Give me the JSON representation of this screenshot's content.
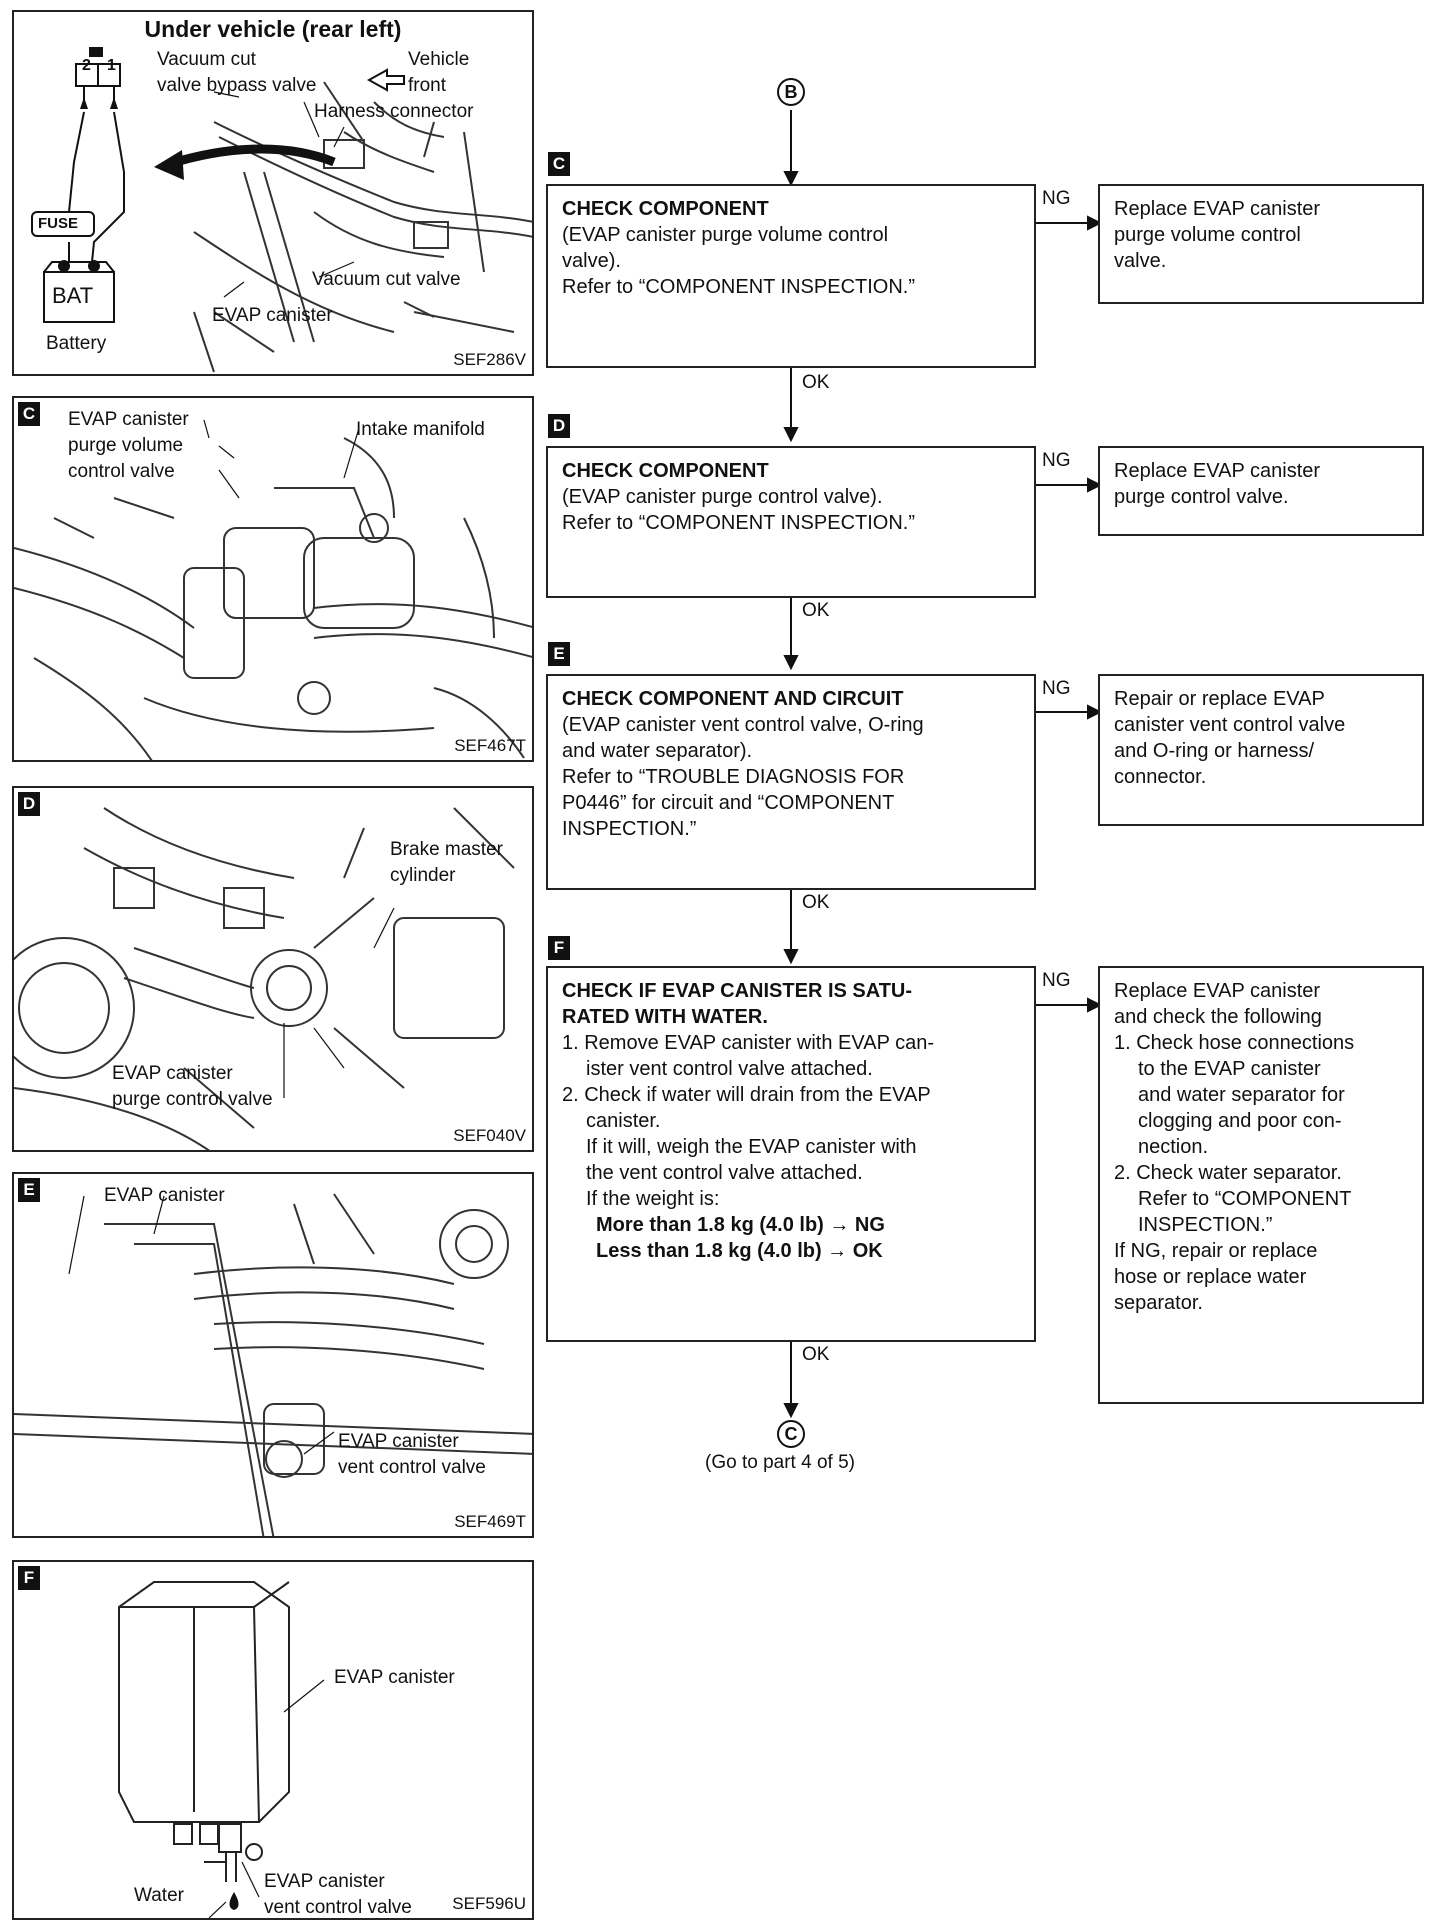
{
  "panels": {
    "top": {
      "title": "Under vehicle (rear left)",
      "labels": [
        "Vacuum cut",
        "valve bypass valve",
        "Vehicle",
        "front",
        "Harness connector",
        "Vacuum cut valve",
        "EVAP canister",
        "Battery",
        "FUSE",
        "BAT",
        "2",
        "1"
      ],
      "code": "SEF286V"
    },
    "c": {
      "tag": "C",
      "labels": [
        "EVAP canister",
        "purge volume",
        "control valve",
        "Intake manifold"
      ],
      "code": "SEF467T"
    },
    "d": {
      "tag": "D",
      "labels": [
        "Brake master",
        "cylinder",
        "EVAP canister",
        "purge control valve"
      ],
      "code": "SEF040V"
    },
    "e": {
      "tag": "E",
      "labels": [
        "EVAP canister",
        "EVAP canister",
        "vent control valve"
      ],
      "code": "SEF469T"
    },
    "f": {
      "tag": "F",
      "labels": [
        "EVAP canister",
        "EVAP canister",
        "vent control valve",
        "Water"
      ],
      "code": "SEF596U"
    }
  },
  "flow": {
    "start_connector": "B",
    "end_connector": "C",
    "end_note": "(Go to part 4 of 5)",
    "ok_label": "OK",
    "ng_label": "NG",
    "steps": [
      {
        "tag": "C",
        "heading": "CHECK COMPONENT",
        "lines": [
          "(EVAP canister purge volume control",
          "valve).",
          "Refer to “COMPONENT INSPECTION.”"
        ],
        "ng_action": [
          "Replace EVAP canister",
          "purge volume control",
          "valve."
        ]
      },
      {
        "tag": "D",
        "heading": "CHECK COMPONENT",
        "lines": [
          "(EVAP canister purge control valve).",
          "Refer to “COMPONENT INSPECTION.”"
        ],
        "ng_action": [
          "Replace EVAP canister",
          "purge control valve."
        ]
      },
      {
        "tag": "E",
        "heading": "CHECK COMPONENT AND CIRCUIT",
        "lines": [
          "(EVAP canister vent control valve, O-ring",
          "and water separator).",
          "Refer to “TROUBLE DIAGNOSIS FOR",
          "P0446” for circuit and “COMPONENT",
          "INSPECTION.”"
        ],
        "ng_action": [
          "Repair or replace EVAP",
          "canister vent control valve",
          "and O-ring or harness/",
          "connector."
        ]
      },
      {
        "tag": "F",
        "heading": [
          "CHECK IF EVAP CANISTER IS SATU-",
          "RATED WITH WATER."
        ],
        "items": [
          [
            "1. Remove EVAP canister with EVAP can-",
            "ister vent control valve attached."
          ],
          [
            "2. Check if water will drain from the EVAP",
            "canister."
          ]
        ],
        "sub": [
          "If it will, weigh the EVAP canister with",
          "the vent control valve attached.",
          "If the weight is:"
        ],
        "results": [
          "More than 1.8 kg (4.0 lb) → NG",
          "Less than 1.8 kg (4.0 lb) → OK"
        ],
        "ng_action": {
          "intro": [
            "Replace EVAP canister",
            "and check the following"
          ],
          "items": [
            [
              "1. Check hose connections",
              "to the EVAP canister",
              "and water separator for",
              "clogging and poor con-",
              "nection."
            ],
            [
              "2. Check water separator.",
              "Refer to “COMPONENT",
              "INSPECTION.”"
            ]
          ],
          "outro": [
            "If NG, repair or replace",
            "hose or replace water",
            "separator."
          ]
        }
      }
    ]
  }
}
